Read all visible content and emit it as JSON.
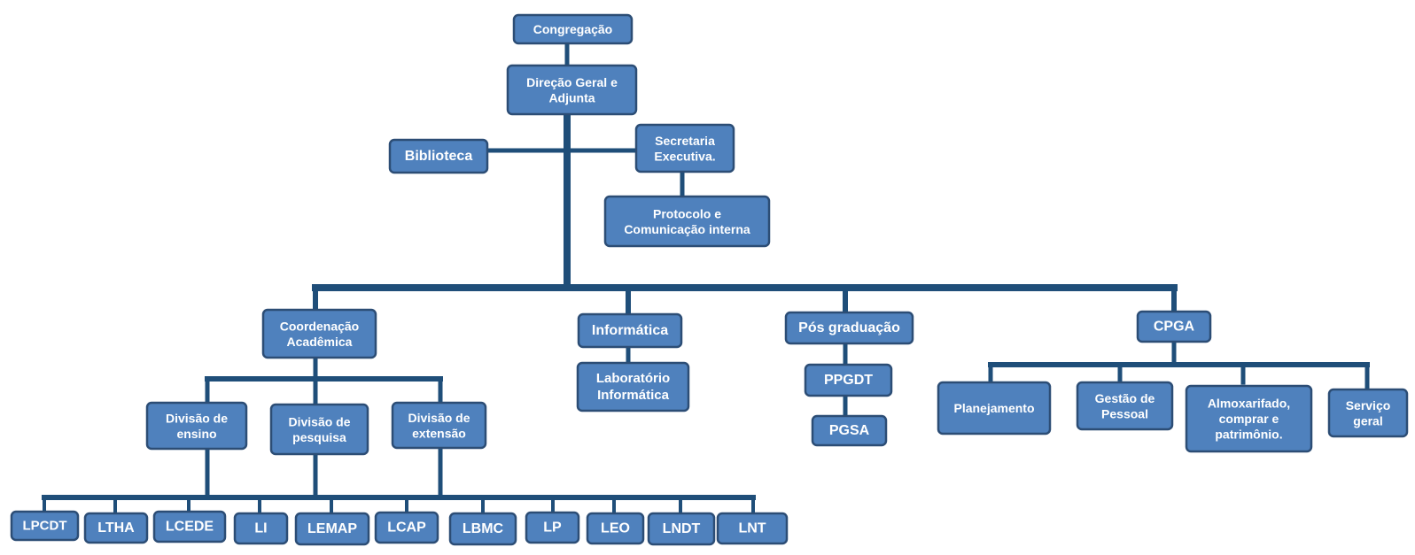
{
  "colors": {
    "box_fill": "#4f81bd",
    "box_border": "#2c4d75",
    "connector": "#1f4e79",
    "text": "#ffffff"
  },
  "nodes": {
    "congregacao": [
      "Congregação"
    ],
    "direcao": [
      "Direção Geral e",
      "Adjunta"
    ],
    "biblioteca": [
      "Biblioteca"
    ],
    "secretaria": [
      "Secretaria",
      "Executiva."
    ],
    "protocolo": [
      "Protocolo e",
      "Comunicação interna"
    ],
    "coord": [
      "Coordenação",
      "Acadêmica"
    ],
    "informatica": [
      "Informática"
    ],
    "lab_info": [
      "Laboratório",
      "Informática"
    ],
    "pos": [
      "Pós graduação"
    ],
    "ppgdt": [
      "PPGDT"
    ],
    "pgsa": [
      "PGSA"
    ],
    "cpga": [
      "CPGA"
    ],
    "planejamento": [
      "Planejamento"
    ],
    "gestao": [
      "Gestão de",
      "Pessoal"
    ],
    "almox": [
      "Almoxarifado,",
      "comprar e",
      "patrimônio."
    ],
    "servico": [
      "Serviço",
      "geral"
    ],
    "div_ensino": [
      "Divisão de",
      "ensino"
    ],
    "div_pesquisa": [
      "Divisão de",
      "pesquisa"
    ],
    "div_extensao": [
      "Divisão de",
      "extensão"
    ],
    "lpcdt": [
      "LPCDT"
    ],
    "ltha": [
      "LTHA"
    ],
    "lcede": [
      "LCEDE"
    ],
    "li": [
      "LI"
    ],
    "lemap": [
      "LEMAP"
    ],
    "lcap": [
      "LCAP"
    ],
    "lbmc": [
      "LBMC"
    ],
    "lp": [
      "LP"
    ],
    "leo": [
      "LEO"
    ],
    "lndt": [
      "LNDT"
    ],
    "lnt": [
      "LNT"
    ]
  }
}
